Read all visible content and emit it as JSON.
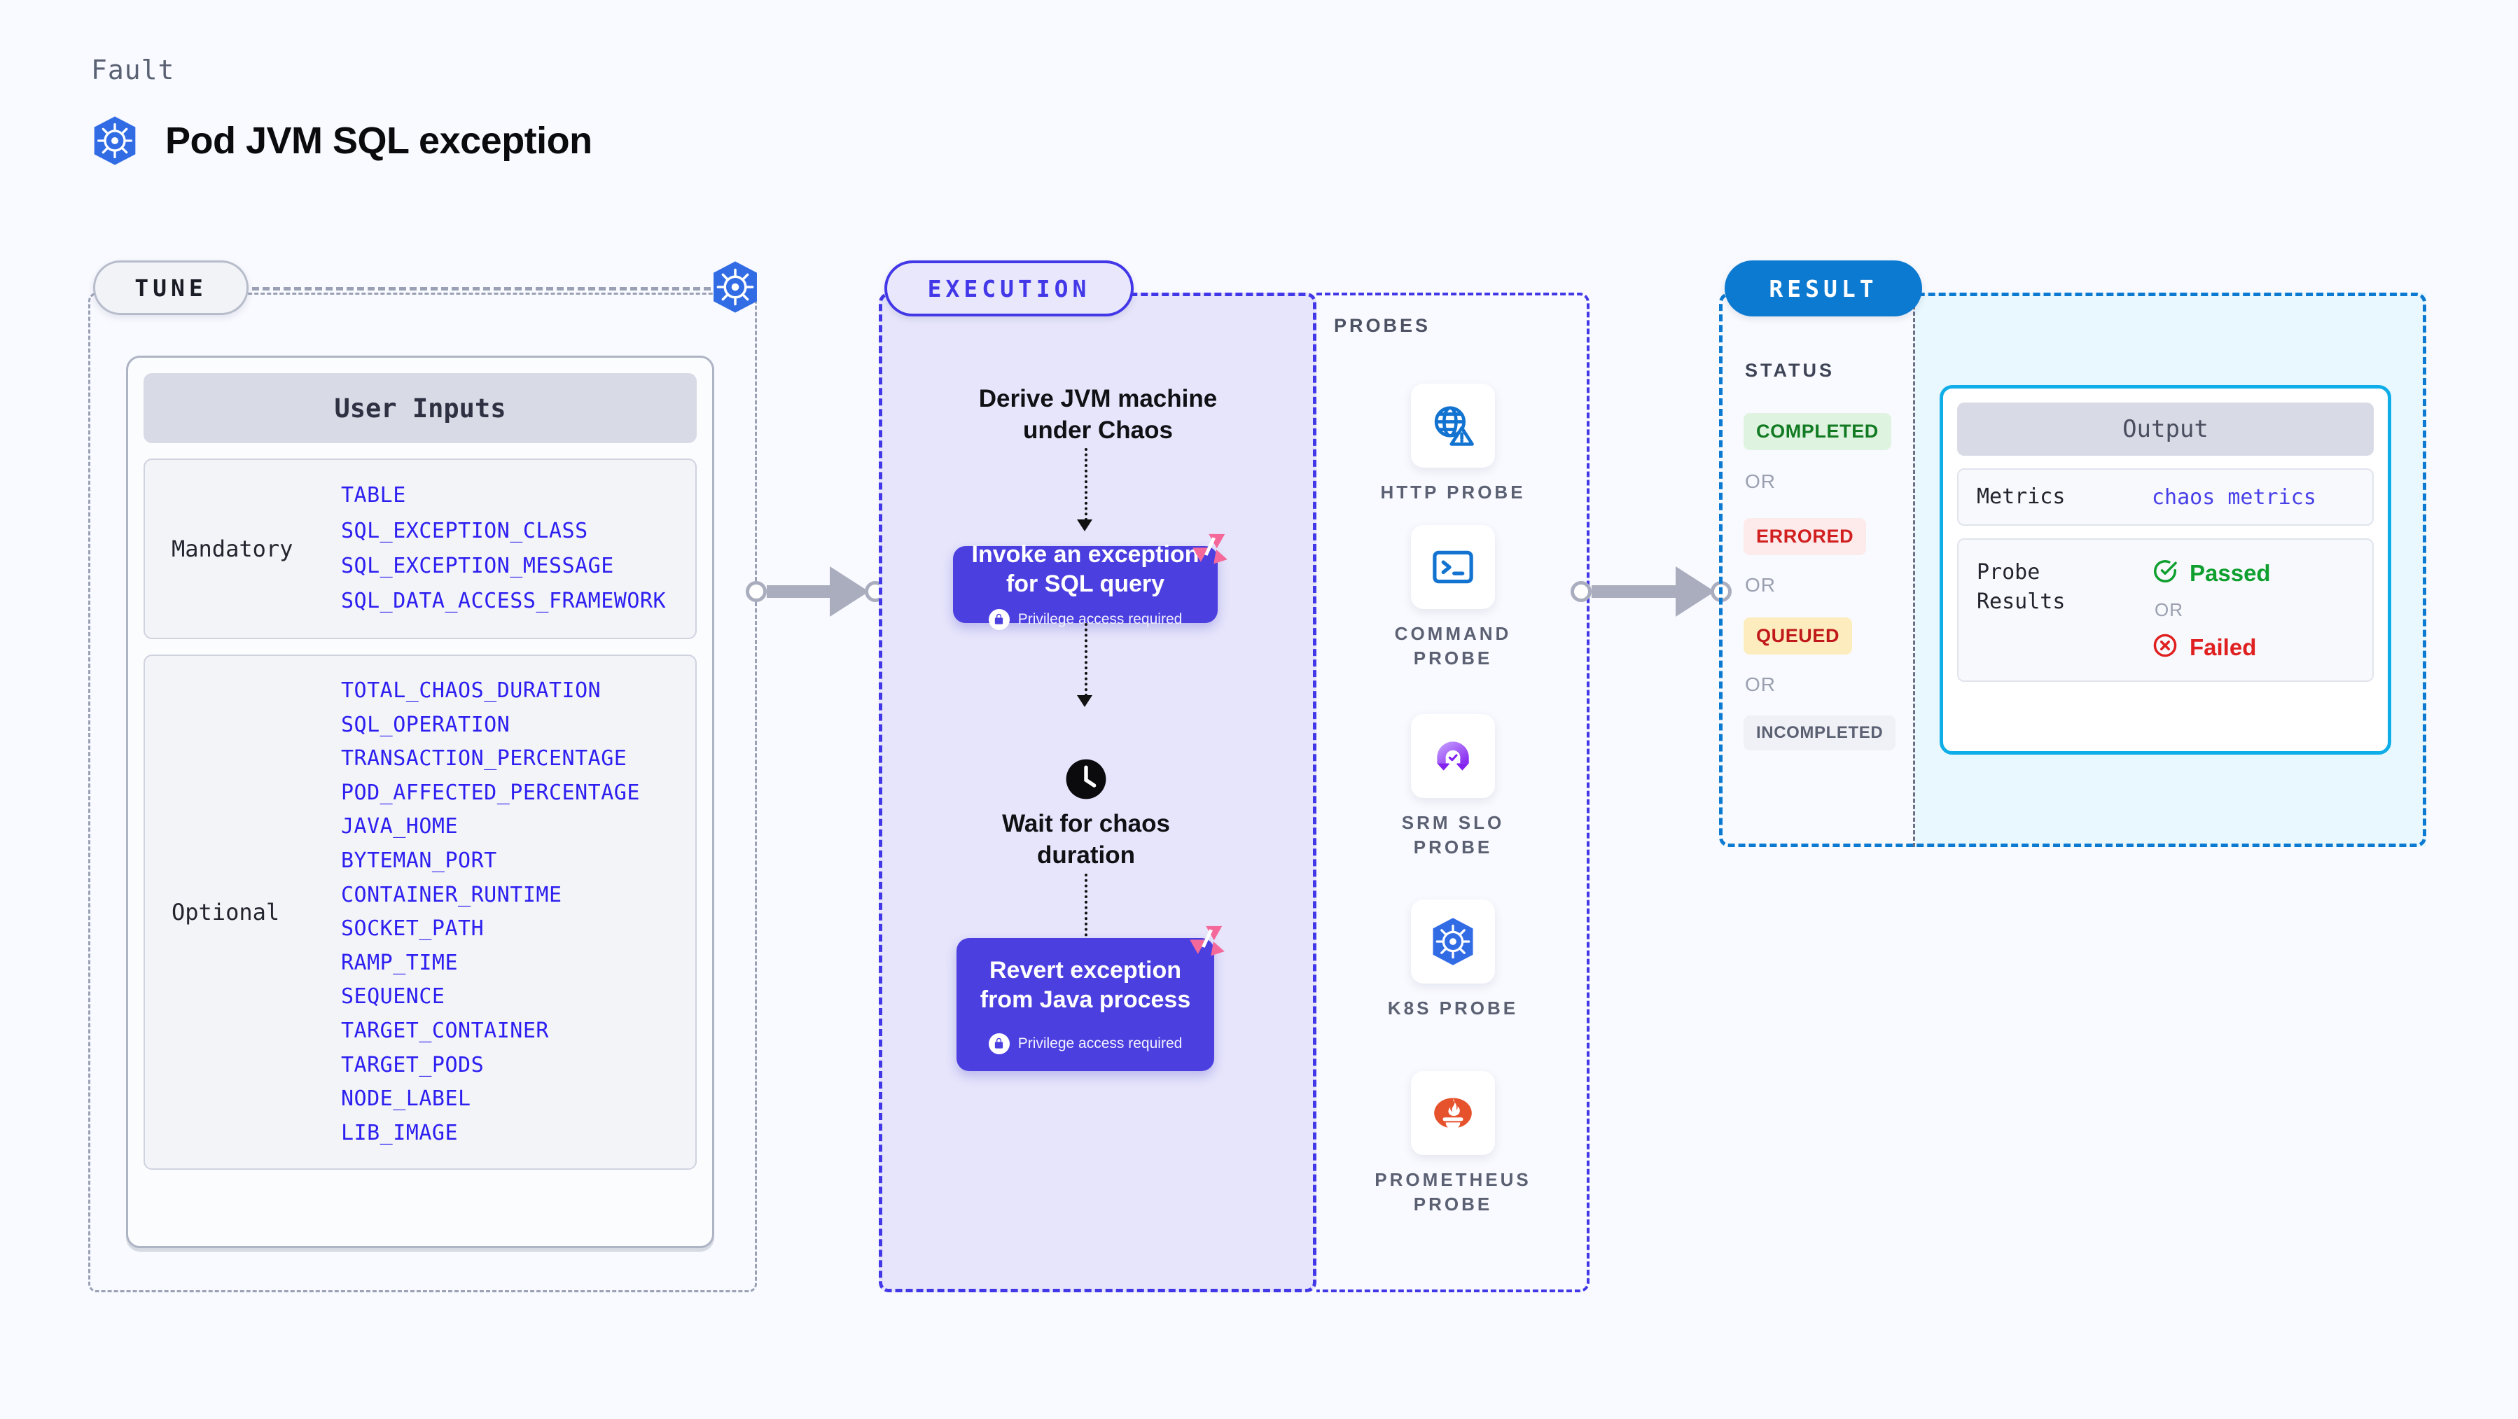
{
  "header": {
    "kicker": "Fault",
    "title": "Pod JVM SQL exception",
    "icon": "kubernetes-icon"
  },
  "tune": {
    "pill_label": "TUNE",
    "badge_icon": "kubernetes-icon",
    "card_title": "User Inputs",
    "groups": [
      {
        "label": "Mandatory",
        "params": [
          "TABLE",
          "SQL_EXCEPTION_CLASS",
          "SQL_EXCEPTION_MESSAGE",
          "SQL_DATA_ACCESS_FRAMEWORK"
        ]
      },
      {
        "label": "Optional",
        "params": [
          "TOTAL_CHAOS_DURATION",
          "SQL_OPERATION",
          "TRANSACTION_PERCENTAGE",
          "POD_AFFECTED_PERCENTAGE",
          "JAVA_HOME",
          "BYTEMAN_PORT",
          "CONTAINER_RUNTIME",
          "SOCKET_PATH",
          "RAMP_TIME",
          "SEQUENCE",
          "TARGET_CONTAINER",
          "TARGET_PODS",
          "NODE_LABEL",
          "LIB_IMAGE"
        ]
      }
    ]
  },
  "execution": {
    "pill_label": "EXECUTION",
    "step1_text": "Derive JVM machine\nunder Chaos",
    "step1_line1": "Derive JVM machine",
    "step1_line2": "under Chaos",
    "action1_line1": "Invoke an exception",
    "action1_line2": "for SQL query",
    "action1_note": "Privilege access required",
    "wait_line1": "Wait for chaos",
    "wait_line2": "duration",
    "wait_icon": "clock-icon",
    "action2_line1": "Revert exception",
    "action2_line2": "from Java process",
    "action2_note": "Privilege access required",
    "badge_icon": "litmus-logo-icon",
    "lock_icon": "lock-icon"
  },
  "probes": {
    "section_label": "PROBES",
    "items": [
      {
        "name_line1": "HTTP PROBE",
        "name_line2": "",
        "icon": "globe-warning-icon"
      },
      {
        "name_line1": "COMMAND",
        "name_line2": "PROBE",
        "icon": "terminal-icon"
      },
      {
        "name_line1": "SRM SLO",
        "name_line2": "PROBE",
        "icon": "srm-slo-icon"
      },
      {
        "name_line1": "K8S PROBE",
        "name_line2": "",
        "icon": "kubernetes-icon"
      },
      {
        "name_line1": "PROMETHEUS",
        "name_line2": "PROBE",
        "icon": "prometheus-icon"
      }
    ]
  },
  "result": {
    "pill_label": "RESULT",
    "status_label": "STATUS",
    "or_label": "OR",
    "statuses": [
      {
        "label": "COMPLETED",
        "bg": "#dff4e0",
        "fg": "#117a22"
      },
      {
        "label": "ERRORED",
        "bg": "#fdeaea",
        "fg": "#d11f1f"
      },
      {
        "label": "QUEUED",
        "bg": "#fdedbe",
        "fg": "#c01919"
      },
      {
        "label": "INCOMPLETED",
        "bg": "#f0f1f6",
        "fg": "#5b6173"
      }
    ],
    "output": {
      "title": "Output",
      "metrics_key": "Metrics",
      "metrics_value": "chaos metrics",
      "probe_key_line1": "Probe",
      "probe_key_line2": "Results",
      "passed_label": "Passed",
      "failed_label": "Failed",
      "or_label": "OR",
      "pass_icon": "check-circle-icon",
      "fail_icon": "x-circle-icon"
    }
  },
  "colors": {
    "page_bg": "#f9faff",
    "execution_accent": "#4338e8",
    "result_accent": "#0c7ad1",
    "output_accent": "#10aee8",
    "param_text": "#2d1ff0",
    "k8s_blue": "#326ce5",
    "litmus_pink": "#f4689a"
  }
}
